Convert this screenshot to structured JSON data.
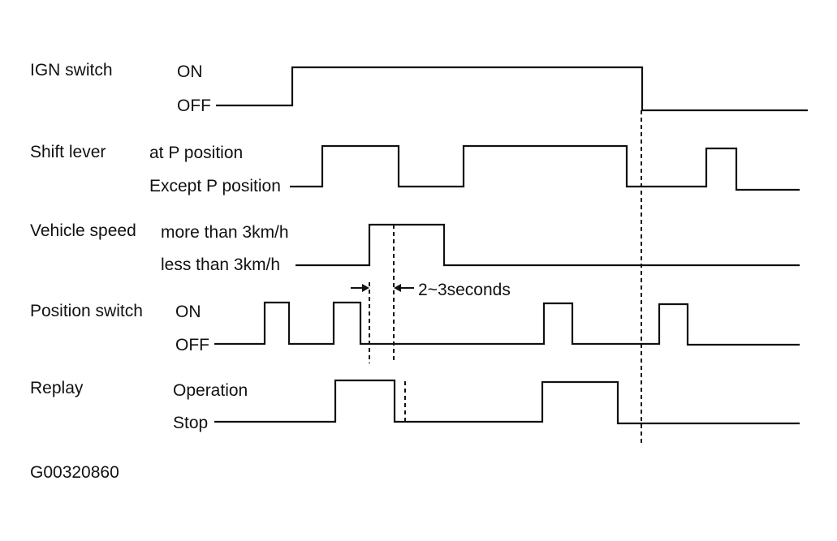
{
  "signals": [
    {
      "name": "IGN switch",
      "high_label": "ON",
      "low_label": "OFF"
    },
    {
      "name": "Shift lever",
      "high_label": "at P position",
      "low_label": "Except P position"
    },
    {
      "name": "Vehicle speed",
      "high_label": "more than 3km/h",
      "low_label": "less than 3km/h"
    },
    {
      "name": "Position switch",
      "high_label": "ON",
      "low_label": "OFF"
    },
    {
      "name": "Replay",
      "high_label": "Operation",
      "low_label": "Stop"
    }
  ],
  "annotation": {
    "delay_label": "2~3seconds"
  },
  "figure_id": "G00320860"
}
